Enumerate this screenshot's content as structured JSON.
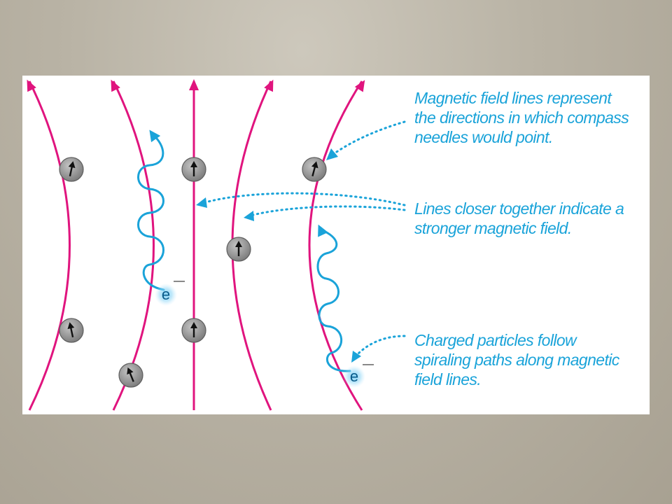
{
  "colors": {
    "field_line": "#e0147e",
    "spiral": "#1aa3d9",
    "arrow": "#1aa3d9",
    "caption": "#1aa3d9",
    "compass_fill": "#9a9a9a",
    "compass_needle": "#111111"
  },
  "captions": {
    "field_lines": [
      "Magnetic field lines represent",
      "the directions in which compass",
      "needles would point."
    ],
    "closer_lines": [
      "Lines closer together indicate a",
      "stronger magnetic field."
    ],
    "charged_particles": [
      "Charged particles follow",
      "spiraling paths along magnetic",
      "field lines."
    ]
  },
  "electrons": [
    {
      "symbol": "e",
      "charge": "—"
    },
    {
      "symbol": "e",
      "charge": "—"
    }
  ]
}
